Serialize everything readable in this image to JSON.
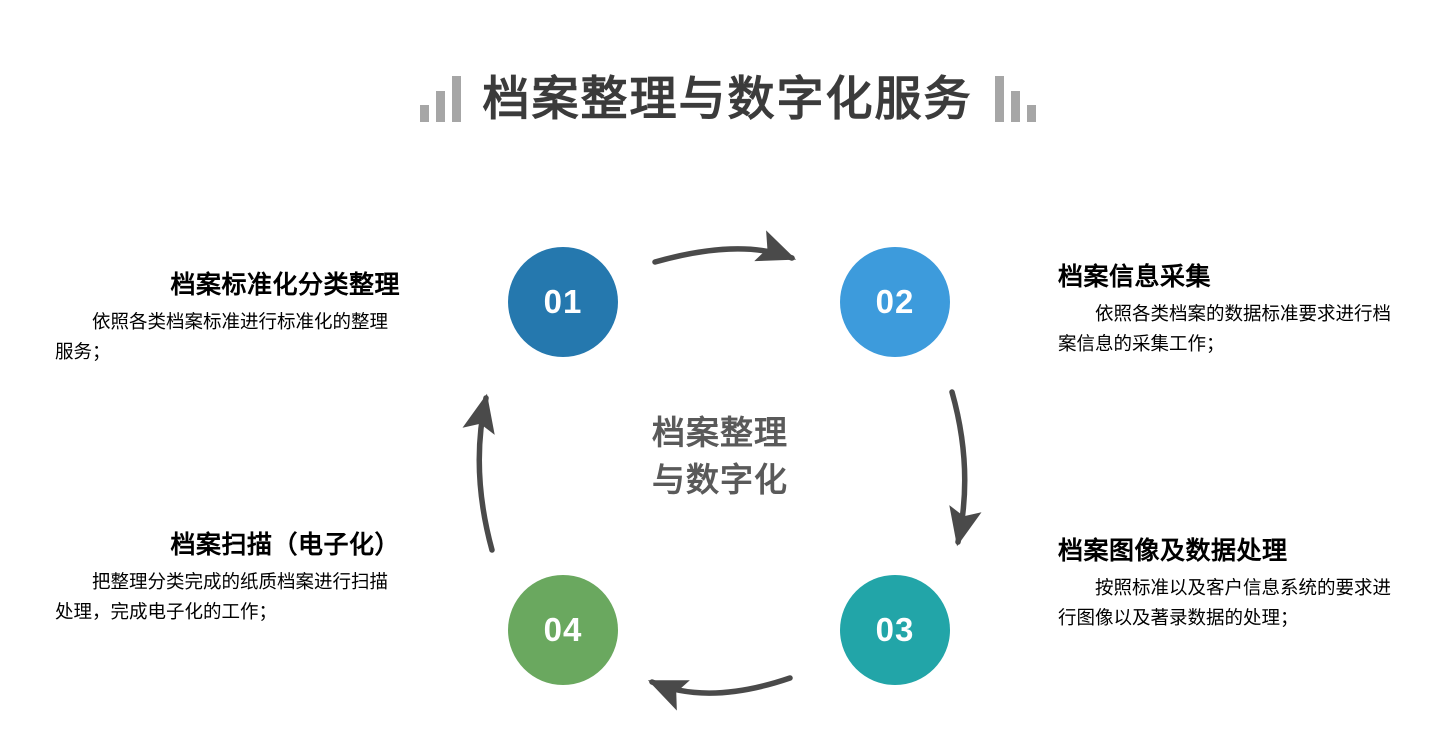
{
  "title": {
    "text": "档案整理与数字化服务",
    "left_decoration": "ascending-bars-icon",
    "right_decoration": "descending-bars-icon"
  },
  "center": {
    "line1": "档案整理",
    "line2": "与数字化"
  },
  "colors": {
    "node_01": "#2578ae",
    "node_02": "#3d9bdc",
    "node_03": "#22a5a8",
    "node_04": "#6aa85f",
    "arrow": "#4a4a4a",
    "title_text": "#3b3b3b",
    "center_text": "#5a5a5a",
    "decoration_bars": "#a6a6a6",
    "background": "#ffffff"
  },
  "steps": [
    {
      "number": "01",
      "heading": "档案标准化分类整理",
      "body": "依照各类档案标准进行标准化的整理服务；",
      "color": "#2578ae",
      "side": "left"
    },
    {
      "number": "02",
      "heading": "档案信息采集",
      "body": "依照各类档案的数据标准要求进行档案信息的采集工作；",
      "color": "#3d9bdc",
      "side": "right"
    },
    {
      "number": "03",
      "heading": "档案图像及数据处理",
      "body": "按照标准以及客户信息系统的要求进行图像以及著录数据的处理；",
      "color": "#22a5a8",
      "side": "right"
    },
    {
      "number": "04",
      "heading": "档案扫描（电子化）",
      "body": "把整理分类完成的纸质档案进行扫描处理，完成电子化的工作；",
      "color": "#6aa85f",
      "side": "left"
    }
  ],
  "arrows": [
    {
      "name": "arrow-01-to-02",
      "direction": "right"
    },
    {
      "name": "arrow-02-to-03",
      "direction": "down"
    },
    {
      "name": "arrow-03-to-04",
      "direction": "left"
    },
    {
      "name": "arrow-04-to-01",
      "direction": "up"
    }
  ]
}
